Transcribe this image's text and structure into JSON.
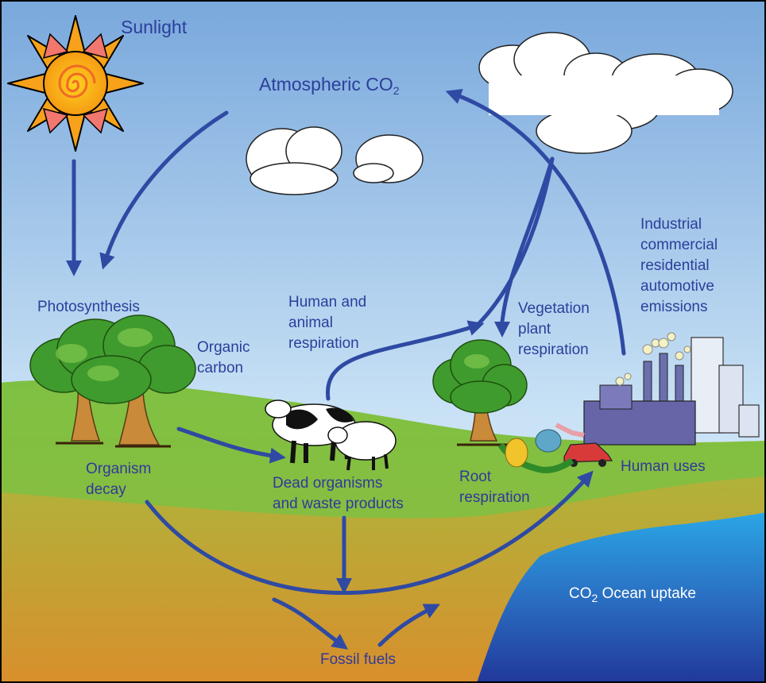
{
  "labels": {
    "sunlight": "Sunlight",
    "atmospheric_co2": "Atmospheric CO",
    "atmospheric_co2_sub": "2",
    "photosynthesis": "Photosynthesis",
    "organic_carbon_1": "Organic",
    "organic_carbon_2": "carbon",
    "human_animal_resp_1": "Human and",
    "human_animal_resp_2": "animal",
    "human_animal_resp_3": "respiration",
    "vegetation_resp_1": "Vegetation",
    "vegetation_resp_2": "plant",
    "vegetation_resp_3": "respiration",
    "industrial_1": "Industrial",
    "industrial_2": "commercial",
    "industrial_3": "residential",
    "industrial_4": "automotive",
    "industrial_5": "emissions",
    "organism_decay_1": "Organism",
    "organism_decay_2": "decay",
    "dead_organisms_1": "Dead organisms",
    "dead_organisms_2": "and waste products",
    "root_resp_1": "Root",
    "root_resp_2": "respiration",
    "human_uses": "Human uses",
    "ocean_co2": "CO",
    "ocean_co2_sub": "2",
    "ocean_uptake": " Ocean uptake",
    "fossil_fuels": "Fossil fuels"
  },
  "colors": {
    "sky_top": "#7aa9dd",
    "sky_bottom": "#ddeefb",
    "grass": "#7dc142",
    "soil_top": "#a8b43c",
    "soil_bottom": "#d4902e",
    "ocean_top": "#2e9be0",
    "ocean_bottom": "#1f3f9e",
    "arrow": "#2f4aa3",
    "text": "#2b3f9b"
  },
  "icons": [
    "sun-icon",
    "cloud-icon",
    "tree-icon",
    "cow-icon",
    "sheep-icon",
    "factory-icon",
    "car-icon"
  ]
}
